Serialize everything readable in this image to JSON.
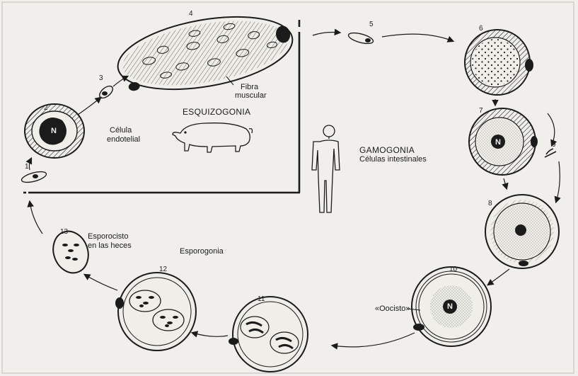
{
  "numbers": {
    "n1": "1",
    "n2": "2",
    "n3": "3",
    "n4": "4",
    "n5": "5",
    "n6": "6",
    "n7": "7",
    "n8": "8",
    "n9": "9",
    "n10": "10",
    "n11": "11",
    "n12": "12",
    "n13": "13"
  },
  "labels": {
    "fibra_muscular_1": "Fibra",
    "fibra_muscular_2": "muscular",
    "esquizogonia": "ESQUIZOGONIA",
    "celula_endotelial_1": "Célula",
    "celula_endotelial_2": "endotelial",
    "gamogonia": "GAMOGONIA",
    "celulas_intestinales": "Células intestinales",
    "esporocisto_1": "Esporocisto",
    "esporocisto_2": "en las heces",
    "esporogonia": "Esporogonia",
    "oocisto": "«Oocisto»",
    "nucleus": "N"
  },
  "colors": {
    "paper": "#f0efeb",
    "ink": "#1b1b1b"
  }
}
